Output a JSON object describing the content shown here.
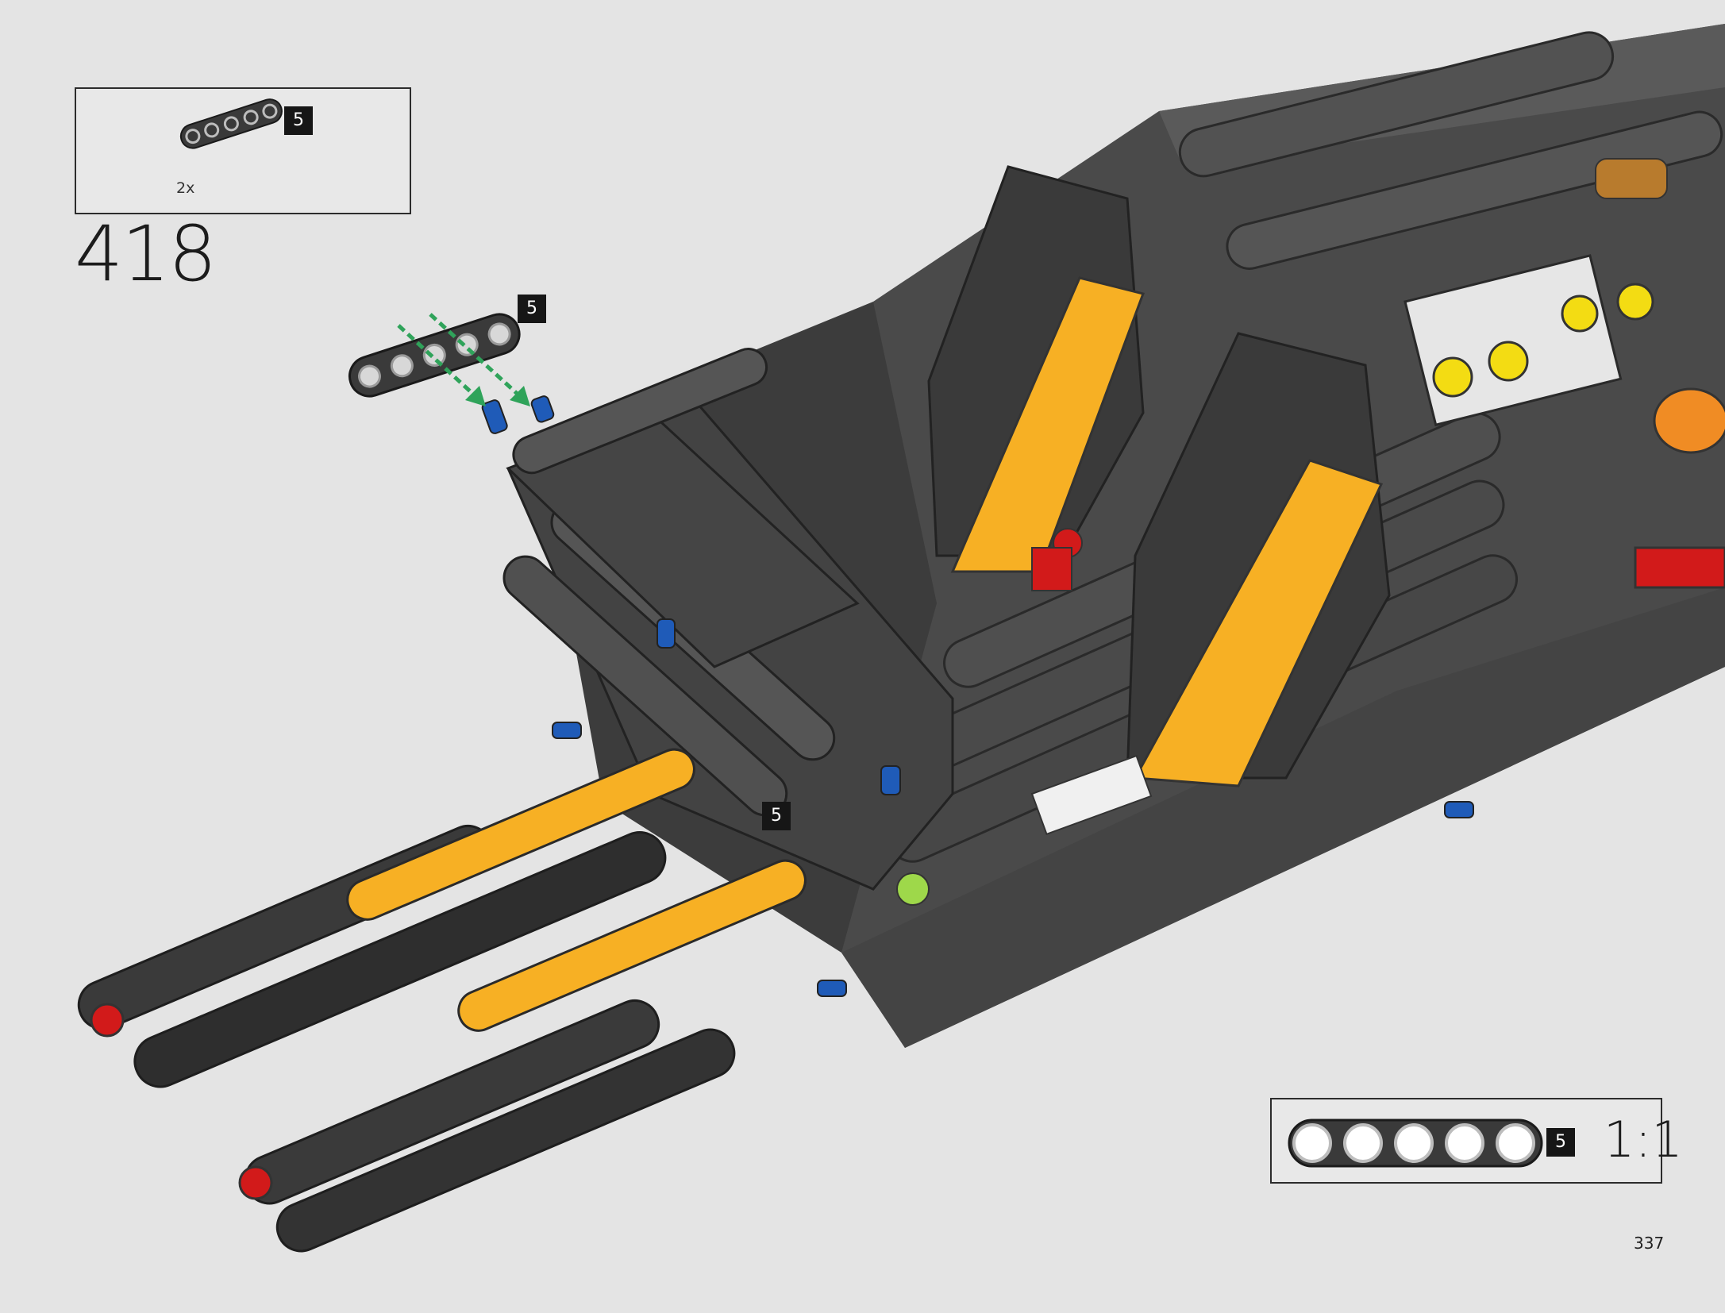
{
  "step": {
    "number": "418",
    "parts": [
      {
        "item": "beam-5",
        "quantity": "2x",
        "length_label": "5"
      }
    ]
  },
  "callouts": {
    "beam_top": "5",
    "beam_lower": "5"
  },
  "scale": {
    "ratio": "1:1",
    "length_label": "5",
    "holes": 5
  },
  "page": {
    "number": "337"
  },
  "colors": {
    "background": "#e4e4e4",
    "beam_dark": "#3a3a3a",
    "beam_orange": "#f7b024",
    "pin_blue": "#1f5bb8",
    "pin_red": "#d21a1a",
    "arrow_green": "#2fa35a",
    "badge": "#161616"
  }
}
